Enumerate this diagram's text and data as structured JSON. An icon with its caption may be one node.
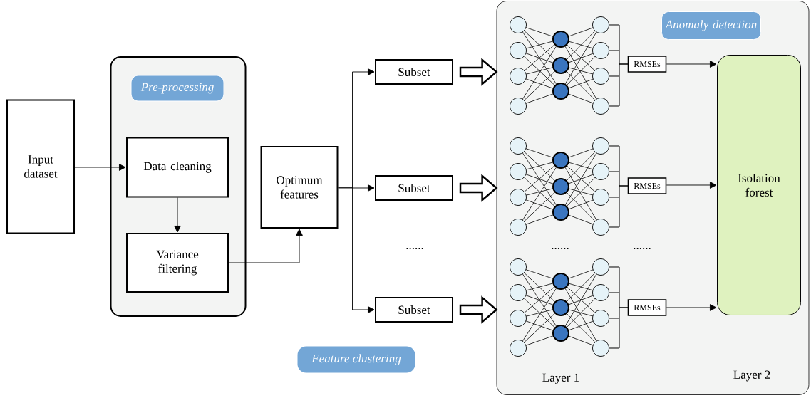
{
  "diagram": {
    "nodes": [
      {
        "text": [
          "Input dataset"
        ]
      },
      {
        "text": [
          "Pre-processing"
        ]
      },
      {
        "text": [
          "Data cleaning"
        ],
        "in": 1
      },
      {
        "text": [
          "Variance filtering"
        ],
        "in": 1
      },
      {
        "text": [
          "Optimum features"
        ]
      },
      {
        "text": [
          "Feature clustering"
        ]
      },
      {
        "text": [
          "Subset"
        ]
      },
      {
        "text": [
          "Subset"
        ]
      },
      {
        "text": [
          "Subset"
        ]
      },
      {
        "text": [
          "Anomaly detection"
        ]
      },
      {
        "text": [
          "RMSEs"
        ],
        "in": 9
      },
      {
        "text": [
          "RMSEs"
        ],
        "in": 9
      },
      {
        "text": [
          "RMSEs"
        ],
        "in": 9
      },
      {
        "text": [
          "Isolation forest"
        ],
        "in": 9
      }
    ],
    "edges": [
      {
        "from": 0,
        "to": 2,
        "arrow": "to"
      },
      {
        "from": 2,
        "to": 3,
        "arrow": "to"
      },
      {
        "from": 3,
        "to": 4,
        "arrow": "to"
      },
      {
        "from": 4,
        "to": 6,
        "arrow": "to"
      },
      {
        "from": 4,
        "to": 7,
        "arrow": "to"
      },
      {
        "from": 4,
        "to": 8,
        "arrow": "to"
      },
      {
        "from": 6,
        "to": 9,
        "arrow": "to",
        "style": "thick"
      },
      {
        "from": 7,
        "to": 9,
        "arrow": "to",
        "style": "thick"
      },
      {
        "from": 8,
        "to": 9,
        "arrow": "to",
        "style": "thick"
      },
      {
        "from": 10,
        "to": 13,
        "arrow": "to"
      },
      {
        "from": 11,
        "to": 13,
        "arrow": "to"
      },
      {
        "from": 12,
        "to": 13,
        "arrow": "to"
      }
    ],
    "labels": [
      "......",
      "......",
      "......",
      "Layer 1",
      "Layer 2"
    ]
  }
}
